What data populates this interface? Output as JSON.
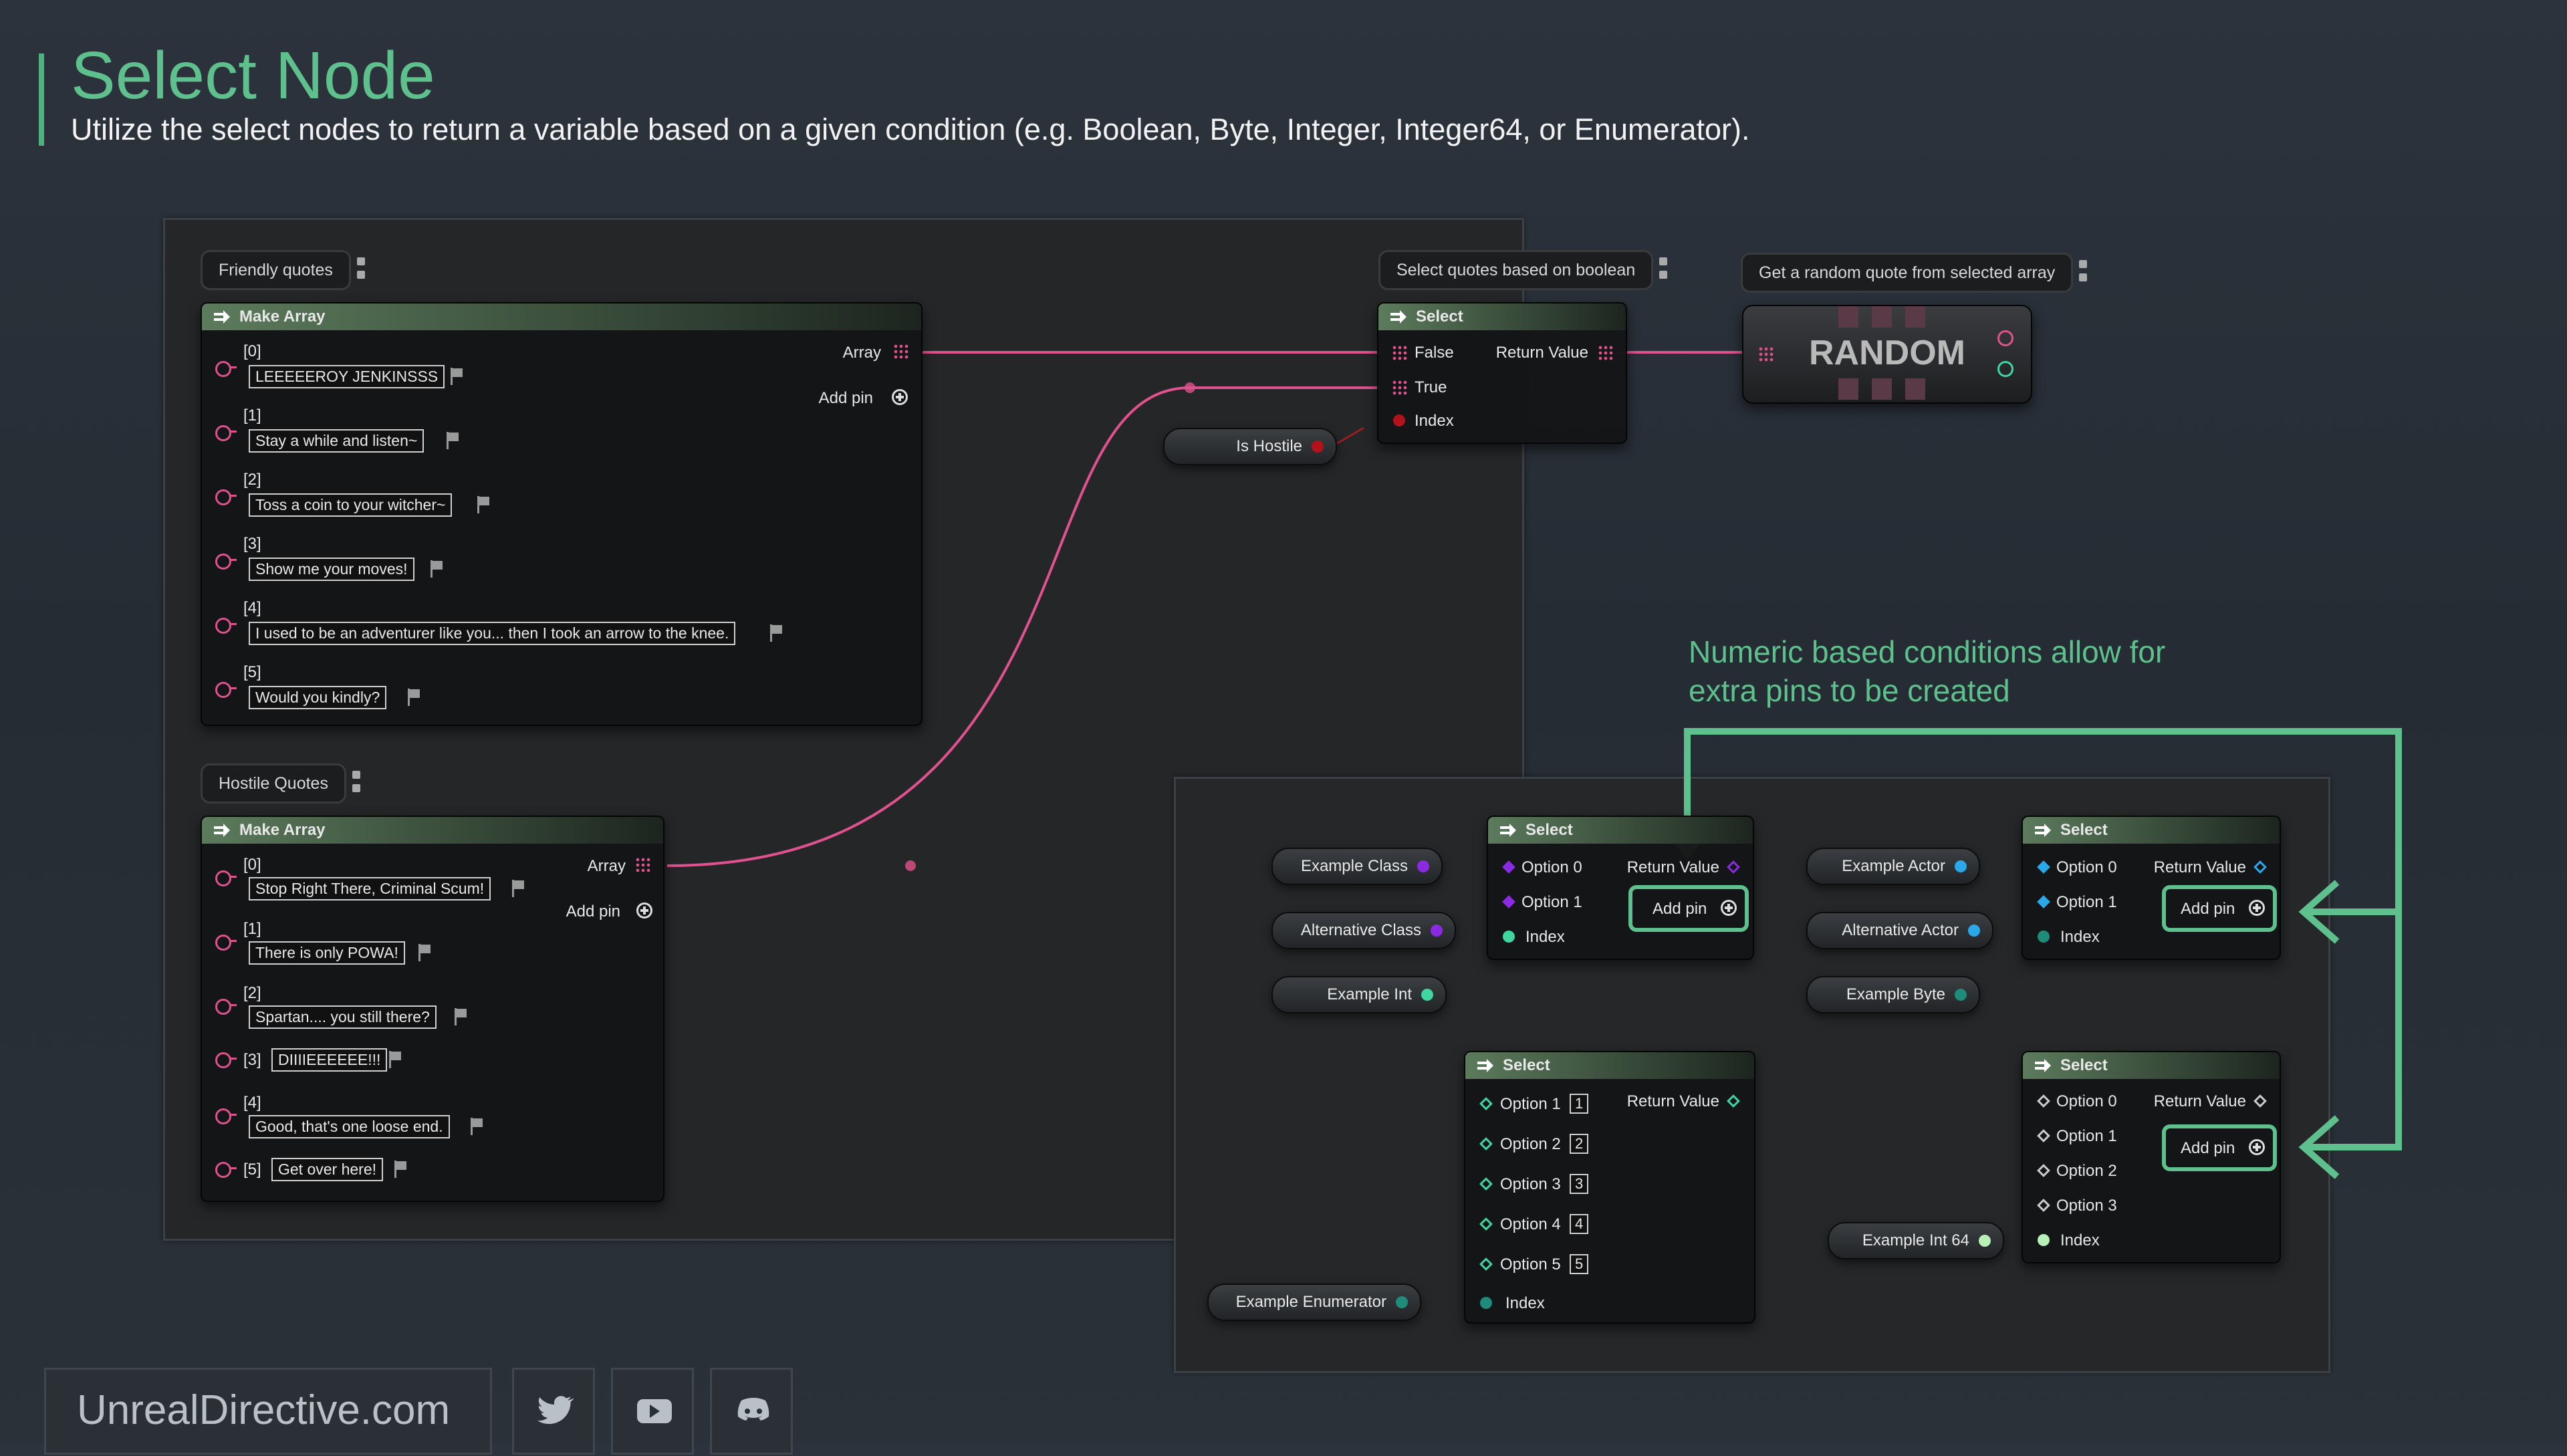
{
  "header": {
    "title": "Select Node",
    "subtitle": "Utilize the select nodes to return a variable based on a given condition (e.g. Boolean, Byte, Integer, Integer64, or Enumerator)."
  },
  "comments": {
    "friendly": "Friendly quotes",
    "hostile": "Hostile Quotes",
    "select_bool": "Select quotes based on boolean",
    "random": "Get a random quote from selected array"
  },
  "make_array_friendly": {
    "title": "Make Array",
    "array_label": "Array",
    "add_pin": "Add pin",
    "items": [
      {
        "index": "[0]",
        "text": "LEEEEEROY JENKINSSS"
      },
      {
        "index": "[1]",
        "text": "Stay a while and listen~"
      },
      {
        "index": "[2]",
        "text": "Toss a coin to your witcher~"
      },
      {
        "index": "[3]",
        "text": "Show me your moves!"
      },
      {
        "index": "[4]",
        "text": "I used to be an adventurer like you... then I took an arrow to the knee."
      },
      {
        "index": "[5]",
        "text": "Would you kindly?"
      }
    ]
  },
  "make_array_hostile": {
    "title": "Make Array",
    "array_label": "Array",
    "add_pin": "Add pin",
    "items": [
      {
        "index": "[0]",
        "text": "Stop Right There, Criminal Scum!"
      },
      {
        "index": "[1]",
        "text": "There is only POWA!"
      },
      {
        "index": "[2]",
        "text": "Spartan.... you still there?"
      },
      {
        "index": "[3]",
        "text": "DIIIIEEEEEE!!!"
      },
      {
        "index": "[4]",
        "text": "Good, that's one loose end."
      },
      {
        "index": "[5]",
        "text": "Get over here!"
      }
    ]
  },
  "select_bool": {
    "title": "Select",
    "false": "False",
    "true": "True",
    "index": "Index",
    "return": "Return Value"
  },
  "is_hostile": "Is Hostile",
  "random_label": "RANDOM",
  "annotation": "Numeric based conditions allow for extra pins to be created",
  "select_class": {
    "title": "Select",
    "opt0": "Option 0",
    "opt1": "Option 1",
    "index": "Index",
    "return": "Return Value",
    "add_pin": "Add pin"
  },
  "select_actor": {
    "title": "Select",
    "opt0": "Option 0",
    "opt1": "Option 1",
    "index": "Index",
    "return": "Return Value",
    "add_pin": "Add pin"
  },
  "select_enum": {
    "title": "Select",
    "index": "Index",
    "return": "Return Value",
    "options": [
      {
        "label": "Option 1",
        "value": "1"
      },
      {
        "label": "Option 2",
        "value": "2"
      },
      {
        "label": "Option 3",
        "value": "3"
      },
      {
        "label": "Option 4",
        "value": "4"
      },
      {
        "label": "Option 5",
        "value": "5"
      }
    ]
  },
  "select_int64": {
    "title": "Select",
    "opt0": "Option 0",
    "opt1": "Option 1",
    "opt2": "Option 2",
    "opt3": "Option 3",
    "index": "Index",
    "return": "Return Value",
    "add_pin": "Add pin"
  },
  "vars": {
    "example_class": "Example Class",
    "alternative_class": "Alternative Class",
    "example_int": "Example Int",
    "example_actor": "Example Actor",
    "alternative_actor": "Alternative Actor",
    "example_byte": "Example Byte",
    "example_int64": "Example Int 64",
    "example_enum": "Example Enumerator"
  },
  "footer": {
    "site": "UnrealDirective.com",
    "icons": [
      "twitter-icon",
      "youtube-icon",
      "discord-icon"
    ]
  },
  "colors": {
    "accent": "#5ec08c",
    "wire_pink": "#e0528f",
    "pin_purple": "#8a2be2",
    "pin_blue": "#2aa8e8",
    "pin_teal": "#1f8c7a",
    "pin_int": "#3fd6a0",
    "pin_int64": "#b8f0b8"
  }
}
